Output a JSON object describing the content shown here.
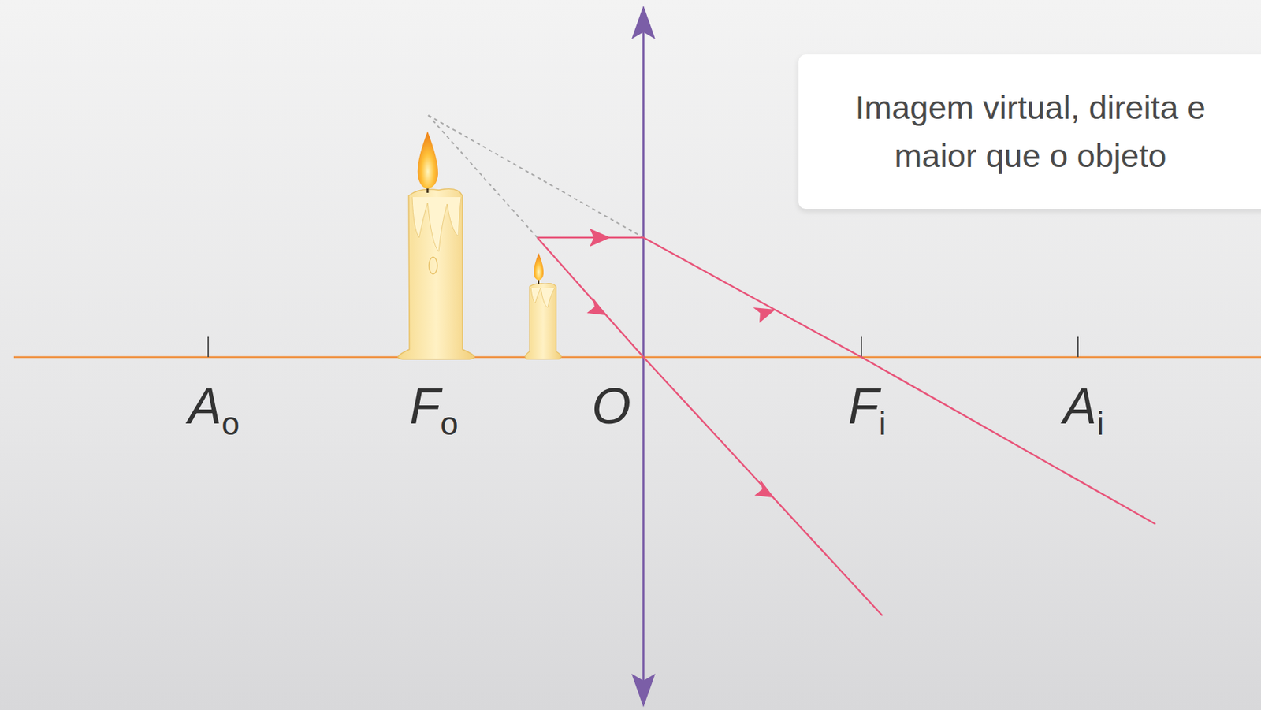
{
  "diagram": {
    "nodes": [
      {
        "text": [
          "Imagem virtual, direita e maior que o objeto"
        ]
      }
    ],
    "labels": [
      "Ao",
      "Fo",
      "O",
      "Fi",
      "Ai"
    ]
  }
}
